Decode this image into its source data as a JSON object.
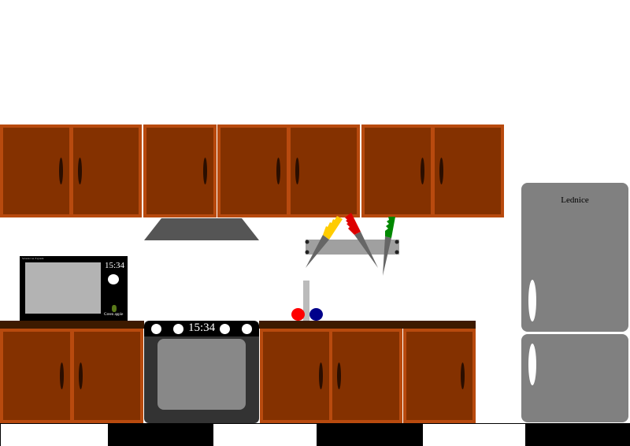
{
  "microwave": {
    "brand_text": "Selondor ver. 8 system",
    "clock": "15:34",
    "label": "Green apple"
  },
  "oven": {
    "clock": "15:34"
  },
  "fridge": {
    "label": "Lednice"
  },
  "colors": {
    "cabinet_frame": "#b84a0e",
    "cabinet_door": "#843100",
    "counter": "#3d1a00",
    "fridge": "#808080",
    "knife_handles": [
      "#ffcc00",
      "#dd0000",
      "#008800"
    ]
  }
}
